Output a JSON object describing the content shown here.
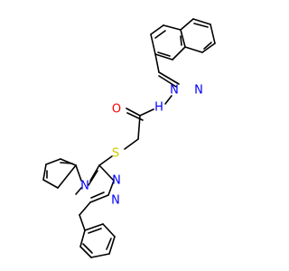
{
  "molecule": {
    "atoms": {
      "hydrazone_n_left": {
        "symbol": "N",
        "color": "#0000ff"
      },
      "hydrazone_nh_right": {
        "symbol": "N",
        "color": "#0000ff"
      },
      "nh_hydrogen": {
        "symbol": "H",
        "color": "#0000ff"
      },
      "carbonyl_oxygen": {
        "symbol": "O",
        "color": "#ff0000"
      },
      "thioether_sulfur": {
        "symbol": "S",
        "color": "#cccc00"
      },
      "triazole_n4": {
        "symbol": "N",
        "color": "#0000ff"
      },
      "triazole_n1": {
        "symbol": "N",
        "color": "#0000ff"
      },
      "triazole_n2": {
        "symbol": "N",
        "color": "#0000ff"
      }
    },
    "bond_color": "#000000"
  }
}
